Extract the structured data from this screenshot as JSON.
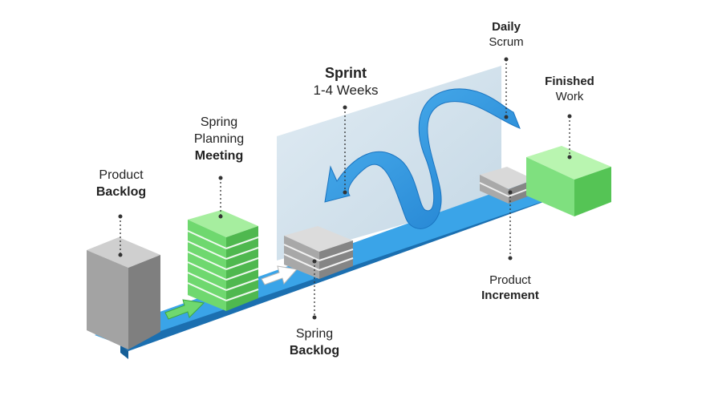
{
  "labels": {
    "product_backlog": {
      "line1": "Product",
      "line2": "Backlog"
    },
    "planning": {
      "line1": "Spring",
      "line2": "Planning",
      "line3": "Meeting"
    },
    "sprint": {
      "line1": "Sprint",
      "line2": "1-4 Weeks"
    },
    "daily_scrum": {
      "line1": "Daily",
      "line2": "Scrum"
    },
    "finished_work": {
      "line1": "Finished",
      "line2": "Work"
    },
    "sprint_backlog": {
      "line1": "Spring",
      "line2": "Backlog"
    },
    "product_increment": {
      "line1": "Product",
      "line2": "Increment"
    }
  },
  "colors": {
    "conveyor": "#2f9ee6",
    "green_block": "#7fe07f",
    "grey_block": "#9a9a9a",
    "arrow_blue": "#2d8fdc",
    "panel": "#c9dbe8"
  }
}
